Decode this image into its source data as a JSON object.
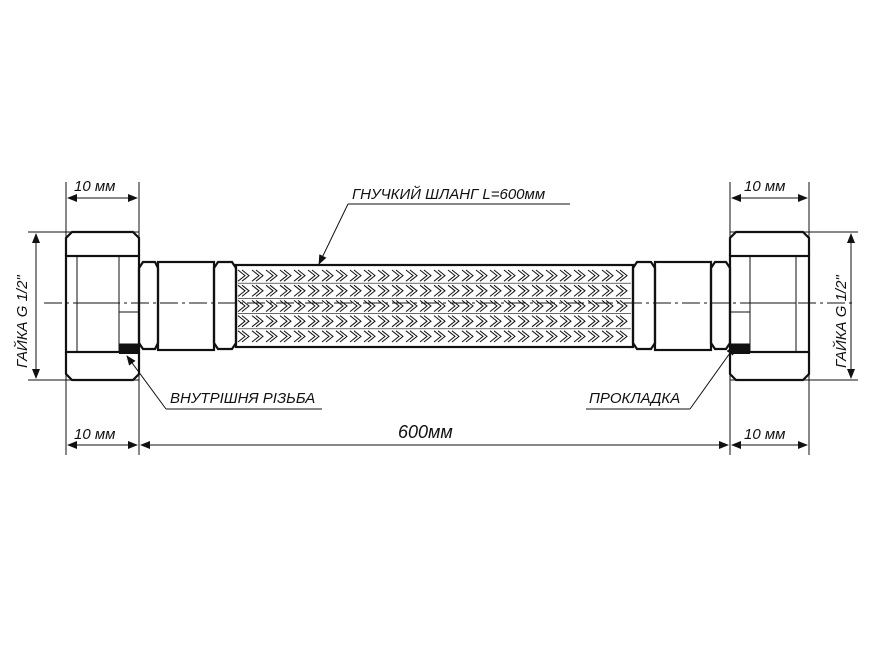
{
  "labels": {
    "hose": "ГНУЧКИЙ ШЛАНГ L=600мм",
    "nut_left": "ГАЙКА G 1/2\"",
    "nut_right": "ГАЙКА G 1/2\"",
    "thread": "ВНУТРІШНЯ РІЗЬБА",
    "gasket": "ПРОКЛАДКА",
    "dim_top_left": "10 мм",
    "dim_top_right": "10 мм",
    "dim_bottom_left": "10 мм",
    "dim_bottom_right": "10 мм",
    "dim_total": "600мм"
  }
}
